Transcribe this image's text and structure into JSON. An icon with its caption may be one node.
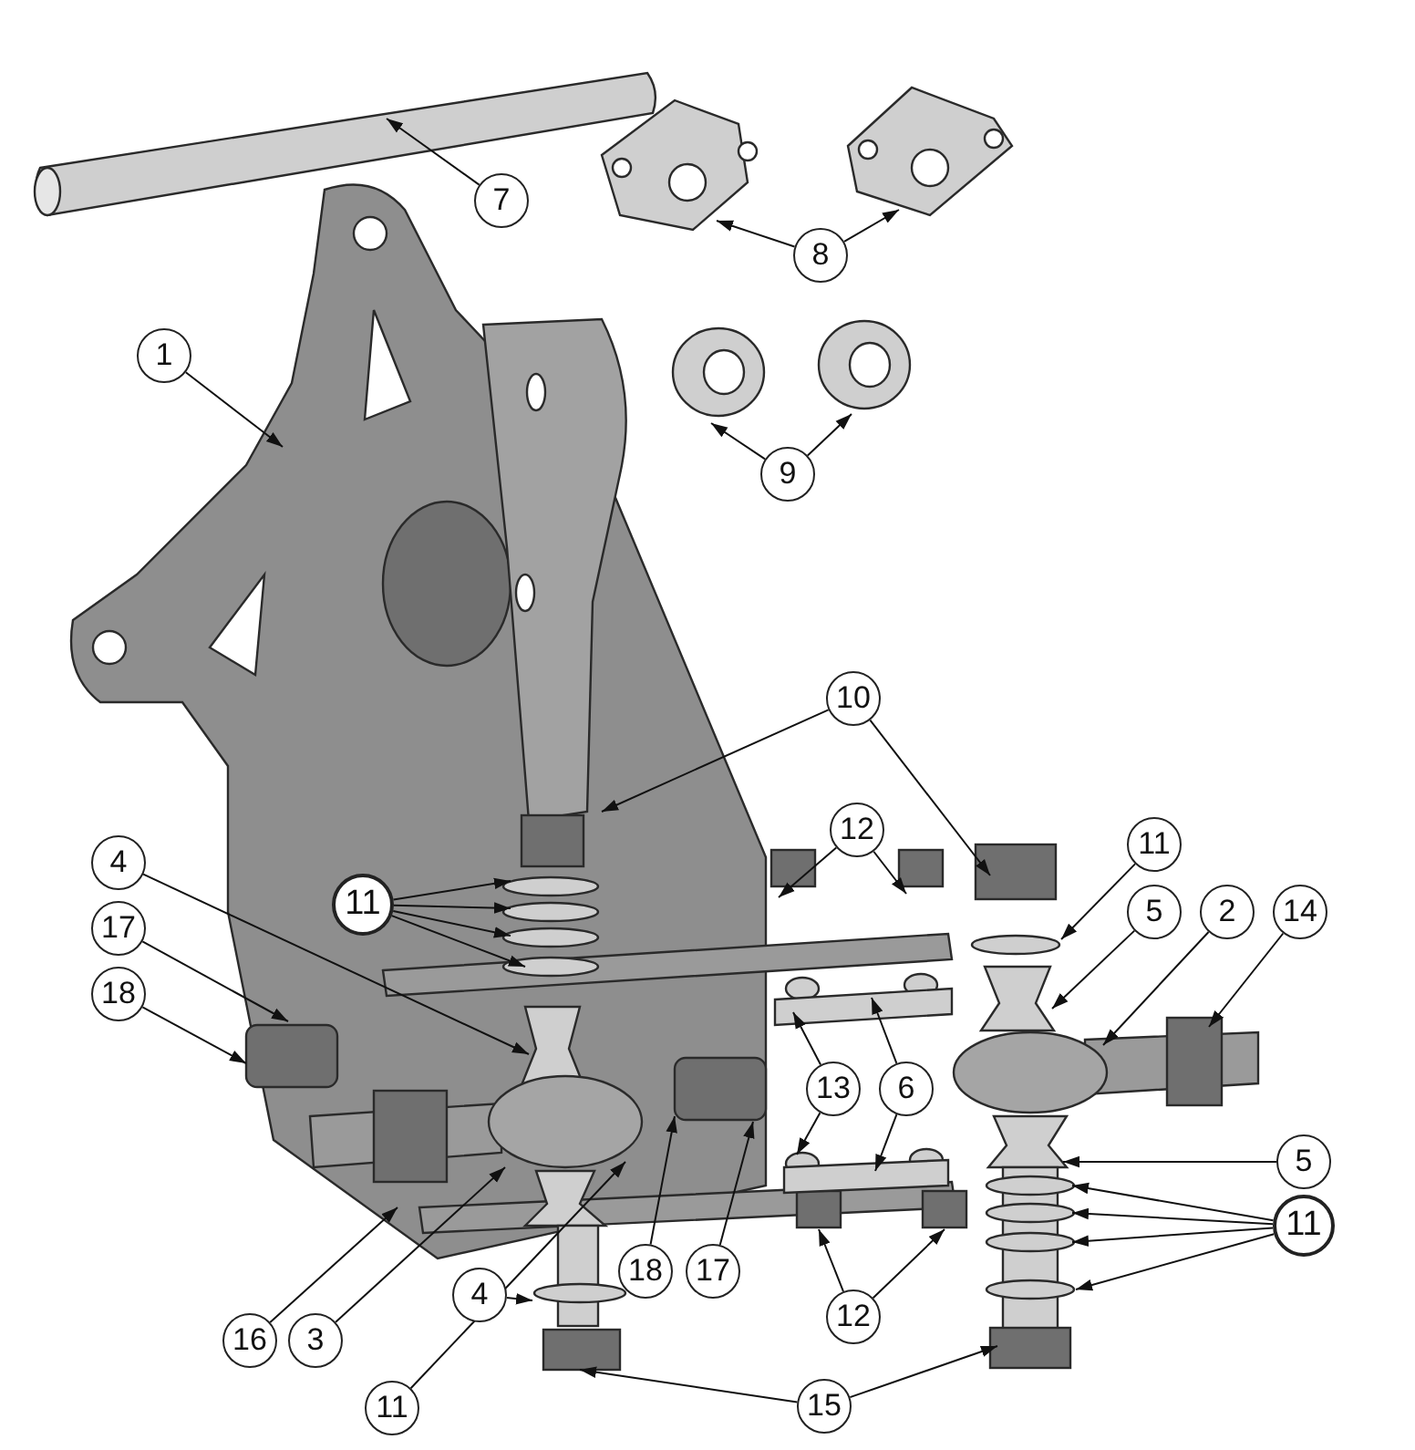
{
  "diagram": {
    "nodes": [
      {
        "text": [
          "7"
        ]
      },
      {
        "text": [
          "8"
        ]
      },
      {
        "text": [
          "1"
        ]
      },
      {
        "text": [
          "9"
        ]
      },
      {
        "text": [
          "10"
        ]
      },
      {
        "text": [
          "12"
        ]
      },
      {
        "text": [
          "11"
        ]
      },
      {
        "text": [
          "4"
        ]
      },
      {
        "text": [
          "11"
        ]
      },
      {
        "text": [
          "5"
        ]
      },
      {
        "text": [
          "2"
        ]
      },
      {
        "text": [
          "14"
        ]
      },
      {
        "text": [
          "17"
        ]
      },
      {
        "text": [
          "18"
        ]
      },
      {
        "text": [
          "13"
        ]
      },
      {
        "text": [
          "6"
        ]
      },
      {
        "text": [
          "5"
        ]
      },
      {
        "text": [
          "11"
        ]
      },
      {
        "text": [
          "18"
        ]
      },
      {
        "text": [
          "17"
        ]
      },
      {
        "text": [
          "4"
        ]
      },
      {
        "text": [
          "12"
        ]
      },
      {
        "text": [
          "16"
        ]
      },
      {
        "text": [
          "3"
        ]
      },
      {
        "text": [
          "11"
        ]
      },
      {
        "text": [
          "15"
        ]
      }
    ],
    "edges": [
      {
        "from": 0,
        "to": null,
        "arrow": "to"
      },
      {
        "from": 1,
        "to": null,
        "arrow": "to"
      },
      {
        "from": 1,
        "to": null,
        "arrow": "to"
      },
      {
        "from": 2,
        "to": null,
        "arrow": "to"
      },
      {
        "from": 3,
        "to": null,
        "arrow": "to"
      },
      {
        "from": 3,
        "to": null,
        "arrow": "to"
      },
      {
        "from": 4,
        "to": null,
        "arrow": "to"
      },
      {
        "from": 4,
        "to": null,
        "arrow": "to"
      },
      {
        "from": 5,
        "to": null,
        "arrow": "to"
      },
      {
        "from": 5,
        "to": null,
        "arrow": "to"
      },
      {
        "from": 6,
        "to": null,
        "arrow": "to"
      },
      {
        "from": 7,
        "to": null,
        "arrow": "to"
      },
      {
        "from": 8,
        "to": null,
        "arrow": "to"
      },
      {
        "from": 8,
        "to": null,
        "arrow": "to"
      },
      {
        "from": 8,
        "to": null,
        "arrow": "to"
      },
      {
        "from": 8,
        "to": null,
        "arrow": "to"
      },
      {
        "from": 9,
        "to": null,
        "arrow": "to"
      },
      {
        "from": 10,
        "to": null,
        "arrow": "to"
      },
      {
        "from": 11,
        "to": null,
        "arrow": "to"
      },
      {
        "from": 12,
        "to": null,
        "arrow": "to"
      },
      {
        "from": 13,
        "to": null,
        "arrow": "to"
      },
      {
        "from": 14,
        "to": null,
        "arrow": "to"
      },
      {
        "from": 14,
        "to": null,
        "arrow": "to"
      },
      {
        "from": 15,
        "to": null,
        "arrow": "to"
      },
      {
        "from": 15,
        "to": null,
        "arrow": "to"
      },
      {
        "from": 16,
        "to": null,
        "arrow": "to"
      },
      {
        "from": 17,
        "to": null,
        "arrow": "to"
      },
      {
        "from": 17,
        "to": null,
        "arrow": "to"
      },
      {
        "from": 17,
        "to": null,
        "arrow": "to"
      },
      {
        "from": 17,
        "to": null,
        "arrow": "to"
      },
      {
        "from": 18,
        "to": null,
        "arrow": "to"
      },
      {
        "from": 19,
        "to": null,
        "arrow": "to"
      },
      {
        "from": 20,
        "to": null,
        "arrow": "to"
      },
      {
        "from": 21,
        "to": null,
        "arrow": "to"
      },
      {
        "from": 21,
        "to": null,
        "arrow": "to"
      },
      {
        "from": 22,
        "to": null,
        "arrow": "to"
      },
      {
        "from": 23,
        "to": null,
        "arrow": "to"
      },
      {
        "from": 24,
        "to": null,
        "arrow": "to"
      },
      {
        "from": 25,
        "to": null,
        "arrow": "to"
      },
      {
        "from": 25,
        "to": null,
        "arrow": "to"
      }
    ]
  }
}
